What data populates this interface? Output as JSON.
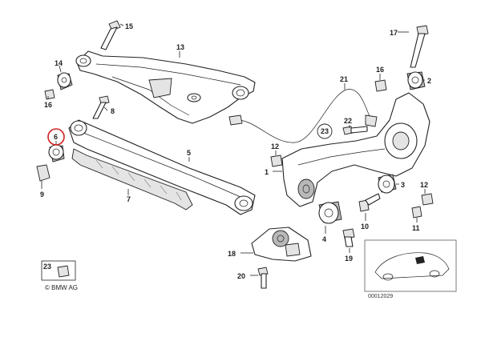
{
  "callouts": {
    "c1": "1",
    "c2": "2",
    "c3": "3",
    "c4": "4",
    "c5": "5",
    "c6": "6",
    "c7": "7",
    "c8": "8",
    "c9": "9",
    "c10": "10",
    "c11": "11",
    "c12a": "12",
    "c12b": "12",
    "c13": "13",
    "c14": "14",
    "c15": "15",
    "c16a": "16",
    "c16b": "16",
    "c17": "17",
    "c18": "18",
    "c19": "19",
    "c20": "20",
    "c21": "21",
    "c22": "22",
    "c23a": "23",
    "c23b": "23"
  },
  "highlight": {
    "callout": "6",
    "color": "#d21f1f"
  },
  "copyright": "© BMW AG",
  "reference_code": "00012029"
}
